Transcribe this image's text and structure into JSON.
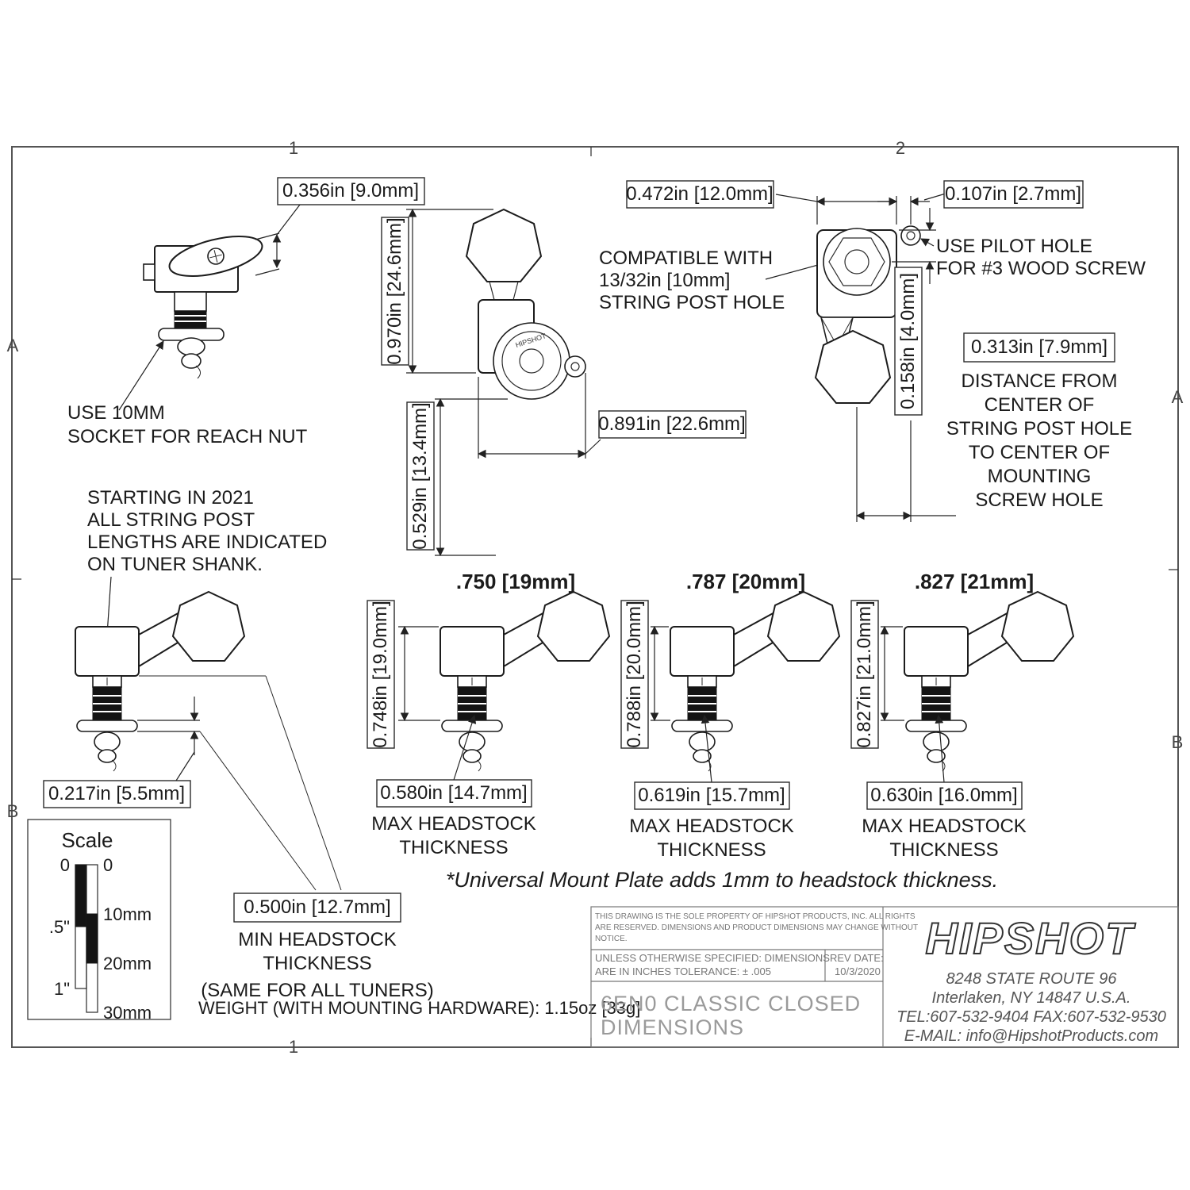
{
  "frame": {
    "col1": "1",
    "col2": "2",
    "col1_bottom": "1",
    "row_a_left": "A",
    "row_b_left": "B",
    "row_a_right": "A",
    "row_b_right": "B"
  },
  "front_view": {
    "dim_button_thickness": "0.356in [9.0mm]",
    "socket_note_l1": "USE 10MM",
    "socket_note_l2": "SOCKET FOR REACH NUT"
  },
  "side_view": {
    "dim_overall_height": "0.970in [24.6mm]",
    "dim_lower_height": "0.529in [13.4mm]",
    "dim_overall_width": "0.891in [22.6mm]",
    "compat_l1": "COMPATIBLE WITH",
    "compat_l2": "13/32in [10mm]",
    "compat_l3": "STRING POST HOLE",
    "stamp": "HIPSHOT"
  },
  "back_view": {
    "dim_body_width": "0.472in [12.0mm]",
    "dim_pilot_offset": "0.107in [2.7mm]",
    "pilot_note_l1": "USE PILOT HOLE",
    "pilot_note_l2": "FOR #3 WOOD SCREW",
    "dim_post_top_offset": "0.158in [4.0mm]",
    "dim_center_distance": "0.313in [7.9mm]",
    "dist_l1": "DISTANCE FROM",
    "dist_l2": "CENTER OF",
    "dist_l3": "STRING POST HOLE",
    "dist_l4": "TO CENTER OF",
    "dist_l5": "MOUNTING",
    "dist_l6": "SCREW HOLE"
  },
  "post_note": {
    "l1": "STARTING IN 2021",
    "l2": "ALL STRING POST",
    "l3": "LENGTHS ARE INDICATED",
    "l4": "ON TUNER SHANK."
  },
  "dim_washer": "0.217in [5.5mm]",
  "variants": [
    {
      "header": ".750 [19mm]",
      "dim_post_length": "0.748in [19.0mm]",
      "dim_max_thickness": "0.580in [14.7mm]",
      "max_l1": "MAX HEADSTOCK",
      "max_l2": "THICKNESS"
    },
    {
      "header": ".787 [20mm]",
      "dim_post_length": "0.788in [20.0mm]",
      "dim_max_thickness": "0.619in [15.7mm]",
      "max_l1": "MAX HEADSTOCK",
      "max_l2": "THICKNESS"
    },
    {
      "header": ".827 [21mm]",
      "dim_post_length": "0.827in [21.0mm]",
      "dim_max_thickness": "0.630in [16.0mm]",
      "max_l1": "MAX HEADSTOCK",
      "max_l2": "THICKNESS"
    }
  ],
  "min_headstock": {
    "dim": "0.500in [12.7mm]",
    "l1": "MIN HEADSTOCK",
    "l2": "THICKNESS",
    "l3": "(SAME FOR ALL TUNERS)"
  },
  "universal_note": "*Universal Mount Plate adds 1mm to headstock thickness.",
  "weight_note": "WEIGHT (WITH MOUNTING HARDWARE): 1.15oz [33g]",
  "scale": {
    "title": "Scale",
    "in_0": "0",
    "mm_0": "0",
    "in_half": ".5\"",
    "mm_10": "10mm",
    "mm_20": "20mm",
    "in_1": "1\"",
    "mm_30": "30mm"
  },
  "title_block": {
    "legal_l1": "THIS DRAWING IS THE SOLE PROPERTY OF HIPSHOT PRODUCTS, INC. ALL RIGHTS",
    "legal_l2": "ARE RESERVED. DIMENSIONS AND PRODUCT DIMENSIONS MAY CHANGE WITHOUT",
    "legal_l3": "NOTICE.",
    "tol_l1": "UNLESS OTHERWISE SPECIFIED: DIMENSIONS",
    "tol_l2": "ARE IN INCHES TOLERANCE:  ± .005",
    "rev_label": "REV DATE:",
    "rev_date": "10/3/2020",
    "part_l1": "6EN0 CLASSIC CLOSED",
    "part_l2": "DIMENSIONS",
    "logo": "HIPSHOT",
    "addr_l1": "8248 STATE ROUTE 96",
    "addr_l2": "Interlaken, NY 14847 U.S.A.",
    "addr_l3": "TEL:607-532-9404 FAX:607-532-9530",
    "addr_l4": "E-MAIL: info@HipshotProducts.com"
  }
}
